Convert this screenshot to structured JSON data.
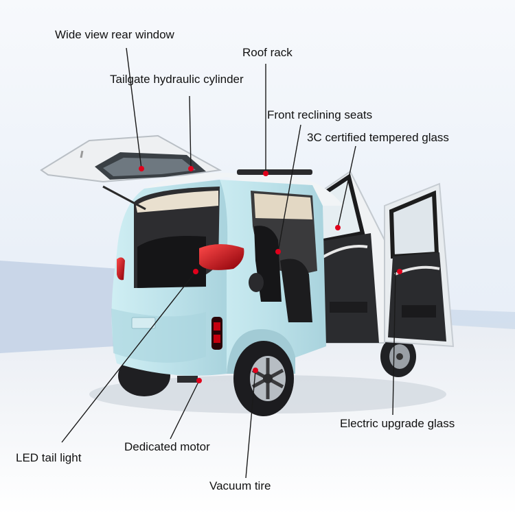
{
  "callouts": {
    "rear_window": "Wide view rear window",
    "roof_rack": "Roof rack",
    "tailgate_cylinder": "Tailgate hydraulic cylinder",
    "front_seats": "Front reclining seats",
    "tempered_glass": "3C certified tempered glass",
    "upgrade_glass": "Electric upgrade glass",
    "tail_light": "LED tail light",
    "motor": "Dedicated motor",
    "tire": "Vacuum tire"
  },
  "colors": {
    "body": "#bfe3ea",
    "marker": "#e0001b",
    "leader": "#1a1a1a",
    "backdrop_blue": "#dfe7f4"
  }
}
